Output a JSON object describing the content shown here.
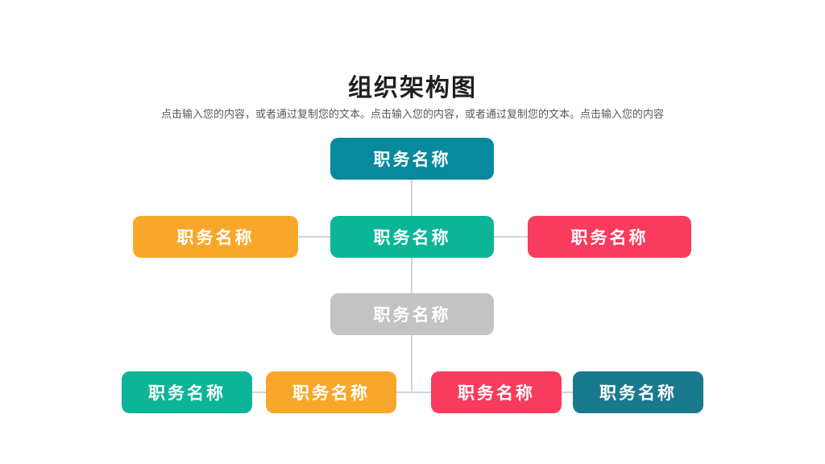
{
  "slide": {
    "title": "组织架构图",
    "subtitle": "点击输入您的内容，或者通过复制您的文本。点击输入您的内容，或者通过复制您的文本。点击输入您的内容"
  },
  "org_chart": {
    "connector_color": "#d4d4d4",
    "palette": {
      "teal": "#088a9e",
      "orange": "#f9a72b",
      "green": "#0db598",
      "red": "#f93b5d",
      "gray": "#c3c3c3",
      "dark_teal": "#19798d"
    },
    "nodes": [
      {
        "id": "root",
        "row": 1,
        "label": "职务名称",
        "color": "#088a9e"
      },
      {
        "id": "row2-left",
        "row": 2,
        "label": "职务名称",
        "color": "#f9a72b"
      },
      {
        "id": "row2-center",
        "row": 2,
        "label": "职务名称",
        "color": "#0db598"
      },
      {
        "id": "row2-right",
        "row": 2,
        "label": "职务名称",
        "color": "#f93b5d"
      },
      {
        "id": "row3-center",
        "row": 3,
        "label": "职务名称",
        "color": "#c3c3c3"
      },
      {
        "id": "row4-1",
        "row": 4,
        "label": "职务名称",
        "color": "#0db598"
      },
      {
        "id": "row4-2",
        "row": 4,
        "label": "职务名称",
        "color": "#f9a72b"
      },
      {
        "id": "row4-3",
        "row": 4,
        "label": "职务名称",
        "color": "#f93b5d"
      },
      {
        "id": "row4-4",
        "row": 4,
        "label": "职务名称",
        "color": "#19798d"
      }
    ]
  }
}
